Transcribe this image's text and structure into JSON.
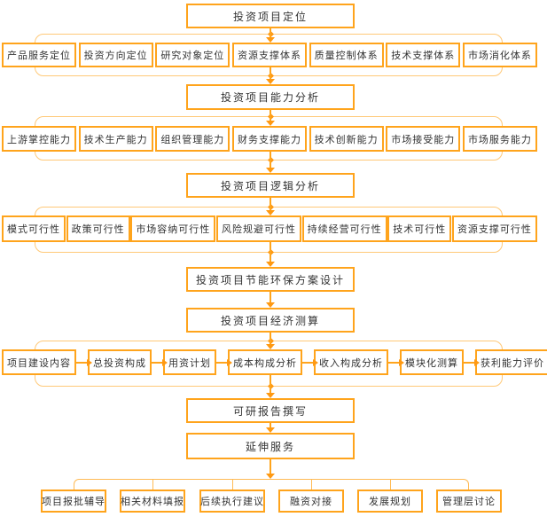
{
  "diagram": {
    "type": "flowchart",
    "language": "zh-CN",
    "colors": {
      "box_border": "#FFA41C",
      "bus_line": "#FFC978",
      "tree_line": "#FFBB55",
      "connector_line": "#FFA41C",
      "arrow": "#FF9912",
      "text": "#333333",
      "background": "#FFFFFF"
    },
    "nodes": {
      "tier1": "投资项目定位",
      "tier2": "投资项目能力分析",
      "tier3": "投资项目逻辑分析",
      "tier4": "投资项目节能环保方案设计",
      "tier5": "投资项目经济测算",
      "tier6": "可研报告撰写",
      "tier7": "延伸服务"
    },
    "rows": [
      {
        "name": "positioning-systems",
        "items": [
          "产品服务定位",
          "投资方向定位",
          "研究对象定位",
          "资源支撑体系",
          "质量控制体系",
          "技术支撑体系",
          "市场消化体系"
        ]
      },
      {
        "name": "capability-analysis",
        "items": [
          "上游掌控能力",
          "技术生产能力",
          "组织管理能力",
          "财务支撑能力",
          "技术创新能力",
          "市场接受能力",
          "市场服务能力"
        ]
      },
      {
        "name": "feasibility-analysis",
        "items": [
          "模式可行性",
          "政策可行性",
          "市场容纳可行性",
          "风险规避可行性",
          "持续经营可行性",
          "技术可行性",
          "资源支撑可行性"
        ]
      },
      {
        "name": "economic-calculation-sequence",
        "sequential": true,
        "items": [
          "项目建设内容",
          "总投资构成",
          "用资计划",
          "成本构成分析",
          "收入构成分析",
          "模块化测算",
          "获利能力评价"
        ]
      },
      {
        "name": "extended-services",
        "items": [
          "项目报批辅导",
          "相关材料填报",
          "后续执行建议",
          "融资对接",
          "发展规划",
          "管理层讨论"
        ]
      }
    ]
  }
}
